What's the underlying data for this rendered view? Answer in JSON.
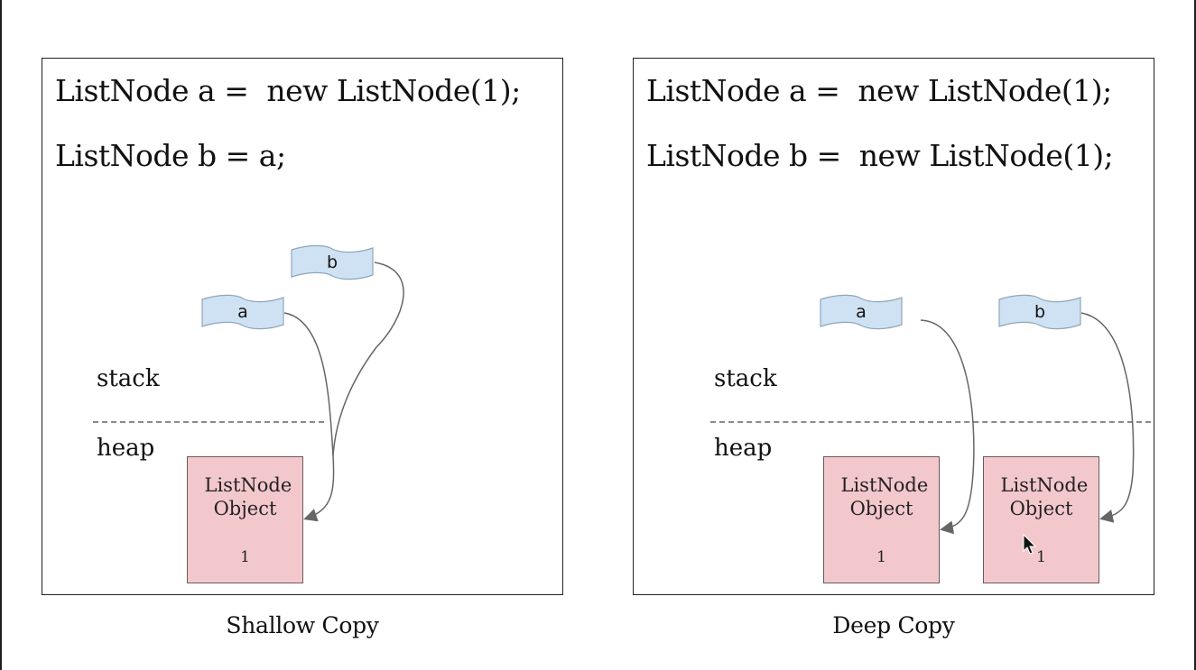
{
  "colors": {
    "variable_fill": "#cfe2f3",
    "object_fill": "#f3c8cd",
    "divider": "#8a8a8a"
  },
  "shallow": {
    "code_line1": "ListNode a =  new ListNode(1);",
    "code_line2": "ListNode b = a;",
    "stack_label": "stack",
    "heap_label": "heap",
    "var_a": "a",
    "var_b": "b",
    "object": {
      "title": "ListNode Object",
      "value": "1"
    },
    "caption": "Shallow Copy"
  },
  "deep": {
    "code_line1": "ListNode a =  new ListNode(1);",
    "code_line2": "ListNode b =  new ListNode(1);",
    "stack_label": "stack",
    "heap_label": "heap",
    "var_a": "a",
    "var_b": "b",
    "object_a": {
      "title": "ListNode Object",
      "value": "1"
    },
    "object_b": {
      "title": "ListNode Object",
      "value": "1"
    },
    "caption": "Deep  Copy"
  },
  "icons": {
    "cursor": "mouse-pointer-icon"
  }
}
